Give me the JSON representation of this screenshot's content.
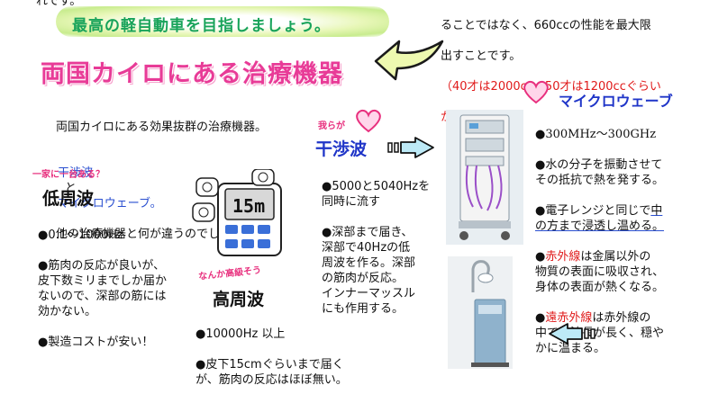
{
  "top_cut_text": "れです。",
  "slogan": "最高の軽自動車を目指しましょう。",
  "right_top": {
    "line1": "ることではなく、660ccの性能を最大限",
    "line2": "出すことです。",
    "line3": "（40才は2000cc、50才は1200ccぐらい",
    "line4": "かな？）"
  },
  "main_title": "両国カイロにある治療機器",
  "intro": {
    "line1": "両国カイロにある効果抜群の治療機器。",
    "kansho": "干渉波",
    "to": "と",
    "micro": "マイクロウェーブ。",
    "line3": "他の治療機器と何が違うのでしょう。"
  },
  "low_freq": {
    "tag": "一家に一台ある？",
    "title": "低周波",
    "items": [
      "●0.1～1000Hz",
      "●筋肉の反応が良いが、\n皮下数ミリまでしか届か\nないので、深部の筋には\n効かない。",
      "●製造コストが安い！"
    ]
  },
  "high_freq": {
    "tag": "なんか高級そう",
    "title": "高周波",
    "items": [
      "●10000Hz 以上",
      "●皮下15cmぐらいまで届く\nが、筋肉の反応はほぼ無い。"
    ]
  },
  "device_display": "15m",
  "interference": {
    "tag": "我らが",
    "title": "干渉波",
    "items": [
      "●5000と5040Hzを\n同時に流す",
      "●深部まで届き、\n深部で40Hzの低\n周波を作る。深部\nの筋肉が反応。\nインナーマッスル\nにも作用する。"
    ]
  },
  "microwave": {
    "title": "マイクロウェーブ",
    "item1": "●300MHz～300GHz",
    "item2": "●水の分子を振動させて\nその抵抗で熱を発する。",
    "item3a": "●電子レンジと同じで",
    "item3b": "中\nの方まで浸透し温める。",
    "item4_red": "赤外線",
    "item4": "は金属以外の\n物質の表面に吸収され、\n身体の表面が熱くなる。",
    "item5_red": "遠赤外線",
    "item5": "は赤外線の\n中でも波長が長く、穏や\nかに温まる。"
  },
  "colors": {
    "pink": "#e83b97",
    "green": "#18a35a",
    "blue": "#1f35c8",
    "red": "#e01a1a"
  }
}
